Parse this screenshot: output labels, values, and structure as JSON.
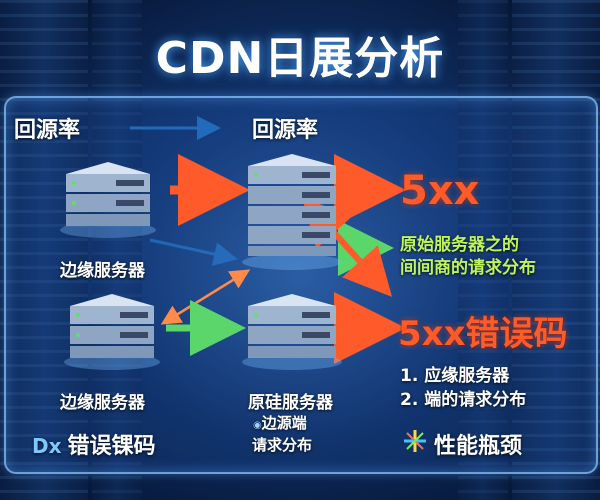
{
  "title": "CDN日展分析",
  "left_header": "回源率",
  "center_header": "回源率",
  "servers": {
    "top_left_label": "边缘服务器",
    "bottom_left_label": "边缘服务器",
    "center_bottom_label": "原硅服务器",
    "center_bottom_sub1": "边源端",
    "center_bottom_sub2": "请求分布"
  },
  "right": {
    "error_top": "5xx",
    "green_line1": "原始服务器之的",
    "green_line2": "间间商的请求分布",
    "error_bottom": "5xx错误码",
    "list1": "1. 应缘服务器",
    "list2": "2. 端的请求分布"
  },
  "bottom": {
    "dx_icon_text": "Dx",
    "left_label": "错误锞码",
    "right_label": "性能瓶颈"
  },
  "colors": {
    "arrow_red": "#ff5a2a",
    "arrow_green": "#5ad66a",
    "arrow_blue": "#2a7fd6",
    "error_text": "#ff5a2a",
    "note_green": "#bff55a"
  }
}
